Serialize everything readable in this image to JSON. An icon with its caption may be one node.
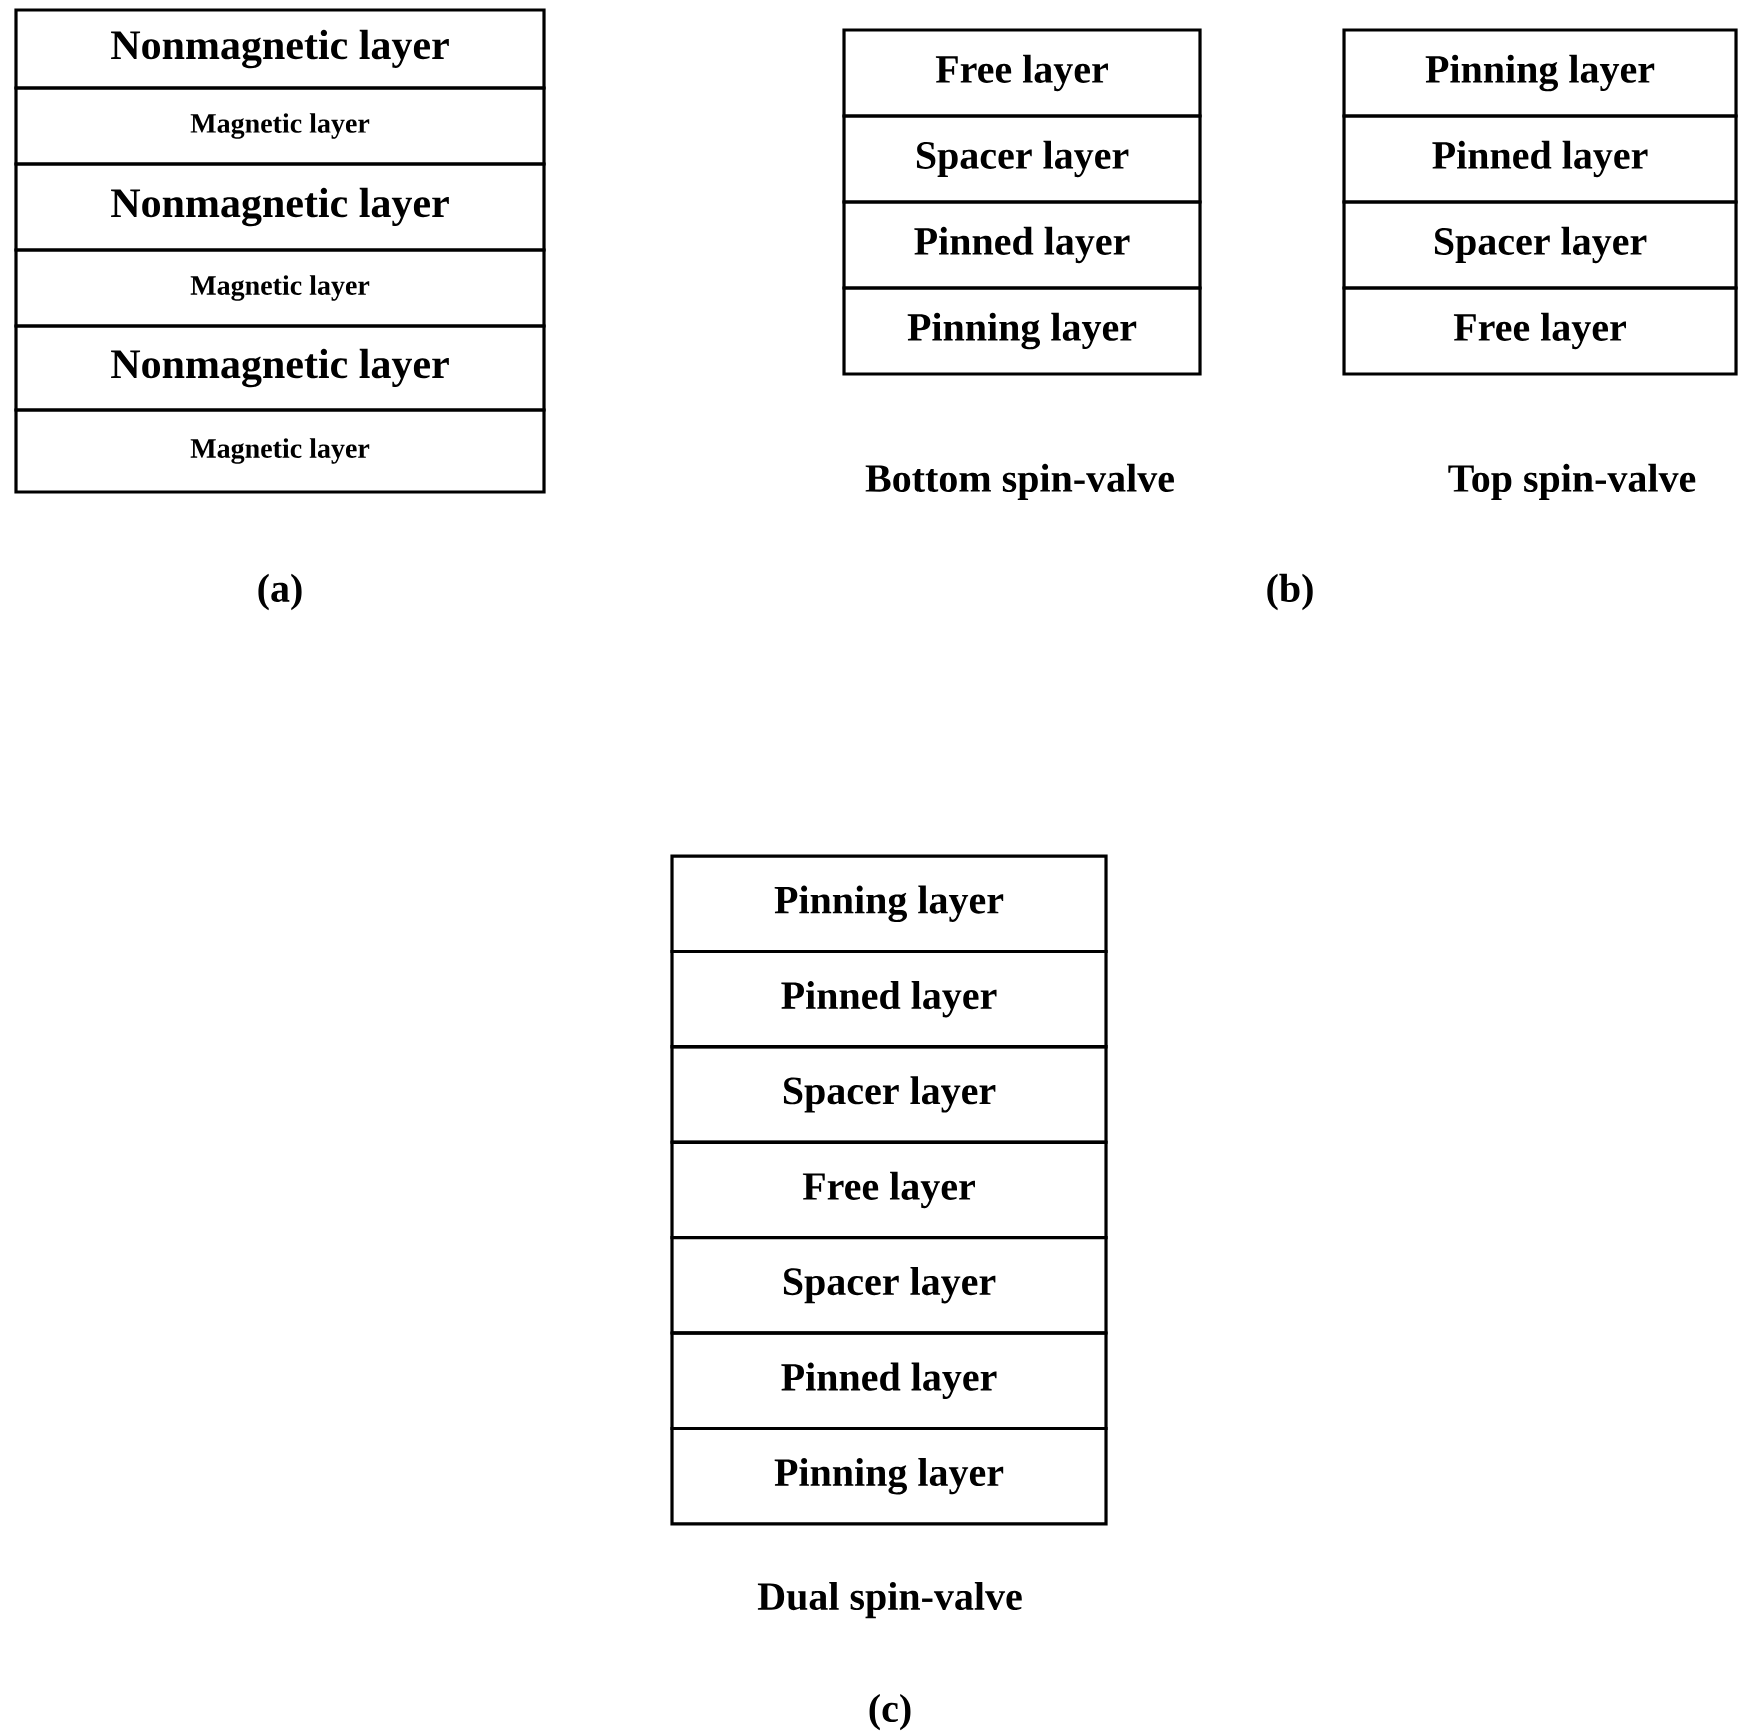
{
  "diagram": {
    "nodes": [
      {
        "text": [
          "Nonmagnetic layer"
        ]
      },
      {
        "text": [
          "Magnetic layer"
        ]
      },
      {
        "text": [
          "Nonmagnetic layer"
        ]
      },
      {
        "text": [
          "Magnetic layer"
        ]
      },
      {
        "text": [
          "Nonmagnetic layer"
        ]
      },
      {
        "text": [
          "Magnetic layer"
        ]
      },
      {
        "text": [
          "Free layer"
        ]
      },
      {
        "text": [
          "Spacer layer"
        ]
      },
      {
        "text": [
          "Pinned layer"
        ]
      },
      {
        "text": [
          "Pinning layer"
        ]
      },
      {
        "text": [
          "Pinning layer"
        ]
      },
      {
        "text": [
          "Pinned layer"
        ]
      },
      {
        "text": [
          "Spacer layer"
        ]
      },
      {
        "text": [
          "Free layer"
        ]
      },
      {
        "text": [
          "Pinning layer"
        ]
      },
      {
        "text": [
          "Pinned layer"
        ]
      },
      {
        "text": [
          "Spacer layer"
        ]
      },
      {
        "text": [
          "Free layer"
        ]
      },
      {
        "text": [
          "Spacer layer"
        ]
      },
      {
        "text": [
          "Pinned layer"
        ]
      },
      {
        "text": [
          "Pinning layer"
        ]
      }
    ],
    "labels": [
      "Bottom spin-valve",
      "Top spin-valve",
      "(a)",
      "(b)",
      "Dual spin-valve",
      "(c)"
    ]
  }
}
